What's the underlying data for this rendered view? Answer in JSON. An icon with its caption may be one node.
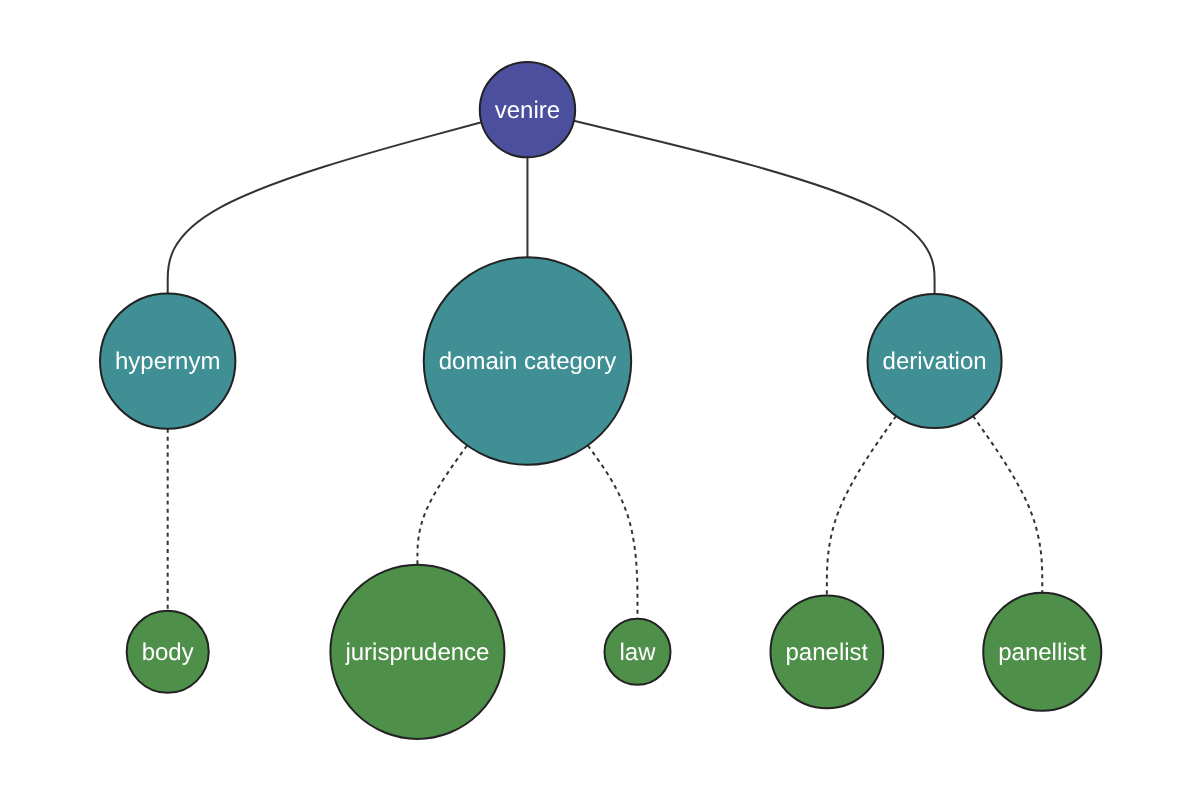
{
  "diagram": {
    "nodes": [
      {
        "text": [
          "body"
        ]
      },
      {
        "text": [
          "hypernym"
        ]
      },
      {
        "text": [
          "jurisprudence"
        ]
      },
      {
        "text": [
          "domain category"
        ]
      },
      {
        "text": [
          "venire"
        ]
      },
      {
        "text": [
          "law"
        ]
      },
      {
        "text": [
          "derivation"
        ]
      },
      {
        "text": [
          "panelist"
        ]
      },
      {
        "text": [
          "panellist"
        ]
      }
    ],
    "edges": [
      {
        "from": 4,
        "to": 1,
        "arrow": "none"
      },
      {
        "from": 4,
        "to": 3,
        "arrow": "none"
      },
      {
        "from": 4,
        "to": 6,
        "arrow": "none"
      },
      {
        "from": 1,
        "to": 0,
        "arrow": "none",
        "style": "dashed"
      },
      {
        "from": 3,
        "to": 2,
        "arrow": "none",
        "style": "dashed"
      },
      {
        "from": 3,
        "to": 5,
        "arrow": "none",
        "style": "dashed"
      },
      {
        "from": 6,
        "to": 7,
        "arrow": "none",
        "style": "dashed"
      },
      {
        "from": 6,
        "to": 8,
        "arrow": "none",
        "style": "dashed"
      }
    ]
  }
}
